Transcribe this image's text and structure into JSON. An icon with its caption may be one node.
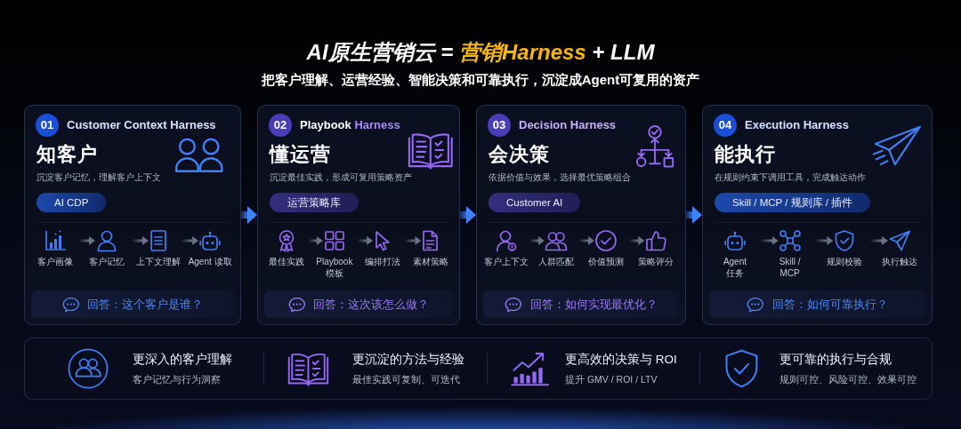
{
  "diagram": {
    "title": "AI原生营销云 = **营销Harness** + LLM",
    "nodes": [
      {
        "text": [
          "Customer Context Harness",
          "知客户",
          "沉淀客户记忆，理解客户上下文"
        ]
      },
      {
        "text": [
          "01"
        ],
        "in": 0
      },
      {
        "text": [
          "AI CDP"
        ],
        "in": 0
      },
      {
        "text": [],
        "shape": "picture",
        "in": 0,
        "beside": [
          "客户画像"
        ]
      },
      {
        "text": [],
        "shape": "picture",
        "in": 0,
        "beside": [
          "客户记忆"
        ]
      },
      {
        "text": [],
        "shape": "picture",
        "in": 0,
        "beside": [
          "上下文理解"
        ]
      },
      {
        "text": [],
        "shape": "picture",
        "in": 0,
        "beside": [
          "Agent 读取"
        ]
      },
      {
        "text": [
          "回答：这个客户是谁？"
        ],
        "in": 0
      },
      {
        "text": [
          "Playbook **Harness**",
          "懂运营",
          "沉淀最佳实践，形成可复用策略资产"
        ]
      },
      {
        "text": [
          "02"
        ],
        "in": 8
      },
      {
        "text": [
          "运营策略库"
        ],
        "in": 8
      },
      {
        "text": [],
        "shape": "picture",
        "in": 8,
        "beside": [
          "最佳实践"
        ]
      },
      {
        "text": [],
        "shape": "picture",
        "in": 8,
        "beside": [
          "Playbook 模板"
        ]
      },
      {
        "text": [],
        "shape": "picture",
        "in": 8,
        "beside": [
          "编排打法"
        ]
      },
      {
        "text": [],
        "shape": "picture",
        "in": 8,
        "beside": [
          "素材策略"
        ]
      },
      {
        "text": [
          "回答：这次该怎么做？"
        ],
        "in": 8
      },
      {
        "text": [
          "Decision Harness",
          "会决策",
          "依据价值与效果，选择最优策略组合"
        ]
      },
      {
        "text": [
          "03"
        ],
        "in": 16
      },
      {
        "text": [
          "Customer AI"
        ],
        "in": 16
      },
      {
        "text": [],
        "shape": "picture",
        "in": 16,
        "beside": [
          "客户上下文"
        ]
      },
      {
        "text": [],
        "shape": "picture",
        "in": 16,
        "beside": [
          "人群匹配"
        ]
      },
      {
        "text": [],
        "shape": "picture",
        "in": 16,
        "beside": [
          "价值预测"
        ]
      },
      {
        "text": [],
        "shape": "picture",
        "in": 16,
        "beside": [
          "策略评分"
        ]
      },
      {
        "text": [
          "回答：如何实现最优化？"
        ],
        "in": 16
      },
      {
        "text": [
          "Execution Harness",
          "能执行",
          "在规则约束下调用工具，完成触达动作"
        ]
      },
      {
        "text": [
          "04"
        ],
        "in": 24
      },
      {
        "text": [
          "Skill / MCP / 规则库 / 插件"
        ],
        "in": 24
      },
      {
        "text": [],
        "shape": "picture",
        "in": 24,
        "beside": [
          "Agent 任务"
        ]
      },
      {
        "text": [],
        "shape": "picture",
        "in": 24,
        "beside": [
          "Skill / MCP"
        ]
      },
      {
        "text": [],
        "shape": "picture",
        "in": 24,
        "beside": [
          "规则校验"
        ]
      },
      {
        "text": [],
        "shape": "picture",
        "in": 24,
        "beside": [
          "执行触达"
        ]
      },
      {
        "text": [
          "回答：如何可靠执行？"
        ],
        "in": 24
      },
      {
        "text": [
          "更深入的客户理解",
          "客户记忆与行为洞察",
          "更沉淀的方法与经验",
          "最佳实践可复制、可迭代",
          "更高效的决策与 ROI",
          "提升 GMV / ROI / LTV",
          "更可靠的执行与合规",
          "规则可控、风险可控、效果可控"
        ]
      }
    ],
    "edges": [
      {
        "from": 3,
        "to": 4,
        "arrow": "to"
      },
      {
        "from": 4,
        "to": 5,
        "arrow": "to"
      },
      {
        "from": 5,
        "to": 6,
        "arrow": "to"
      },
      {
        "from": 0,
        "to": 8,
        "arrow": "to",
        "style": "thick",
        "color": "#3d82ff"
      },
      {
        "from": 11,
        "to": 12,
        "arrow": "to"
      },
      {
        "from": 12,
        "to": 13,
        "arrow": "to"
      },
      {
        "from": 13,
        "to": 14,
        "arrow": "to"
      },
      {
        "from": 8,
        "to": 16,
        "arrow": "to",
        "style": "thick",
        "color": "#3d82ff"
      },
      {
        "from": 19,
        "to": 20,
        "arrow": "to"
      },
      {
        "from": 20,
        "to": 21,
        "arrow": "to"
      },
      {
        "from": 21,
        "to": 22,
        "arrow": "to"
      },
      {
        "from": 16,
        "to": 24,
        "arrow": "to",
        "style": "thick",
        "color": "#3d82ff"
      },
      {
        "from": 27,
        "to": 28,
        "arrow": "to"
      },
      {
        "from": 28,
        "to": 29,
        "arrow": "to"
      },
      {
        "from": 29,
        "to": 30,
        "arrow": "to"
      }
    ],
    "labels": [
      "把客户理解、运营经验、智能决策和可靠执行，沉淀成Agent可复用的资产"
    ]
  }
}
